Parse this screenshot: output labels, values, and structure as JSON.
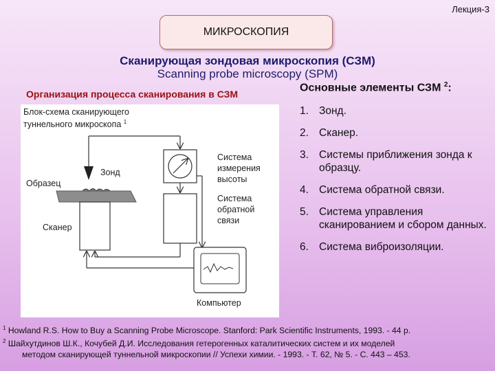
{
  "header": {
    "lecture": "Лекция-3",
    "title": "МИКРОСКОПИЯ",
    "subtitle_ru": "Сканирующая зондовая микроскопия (СЗМ)",
    "subtitle_en": "Scanning probe microscopy (SPM)"
  },
  "left": {
    "org_title": "Организация процесса сканирования в СЗМ",
    "diagram": {
      "caption_line1": "Блок-схема сканирующего",
      "caption_line2": "туннельного микроскопа",
      "caption_sup": "1",
      "probe": "Зонд",
      "sample": "Образец",
      "scanner": "Сканер",
      "height_system_1": "Система",
      "height_system_2": "измерения",
      "height_system_3": "высоты",
      "feedback_1": "Система",
      "feedback_2": "обратной",
      "feedback_3": "связи",
      "computer": "Компьютер"
    }
  },
  "right": {
    "title": "Основные элементы СЗМ",
    "title_sup": "2",
    "title_suffix": ":",
    "items": [
      {
        "num": "1.",
        "text": "Зонд."
      },
      {
        "num": "2.",
        "text": "Сканер."
      },
      {
        "num": "3.",
        "text": "Системы приближения зонда к образцу."
      },
      {
        "num": "4.",
        "text": "Система обратной связи."
      },
      {
        "num": "5.",
        "text": "Система управления сканированием и сбором данных."
      },
      {
        "num": "6.",
        "text": "Система виброизоляции."
      }
    ]
  },
  "references": [
    {
      "sup": "1",
      "text": "Howland R.S. How to Buy a Scanning Probe Microscope. Stanford: Park Scientific Instruments, 1993. - 44 p."
    },
    {
      "sup": "2",
      "text": "Шайхутдинов Ш.К., Кочубей Д.И. Исследования гетерогенных каталитических систем и их моделей"
    },
    {
      "sup": "",
      "text": "методом сканирующей туннельной микроскопии // Успехи химии. - 1993. - Т. 62, № 5. - С. 443 – 453."
    }
  ]
}
